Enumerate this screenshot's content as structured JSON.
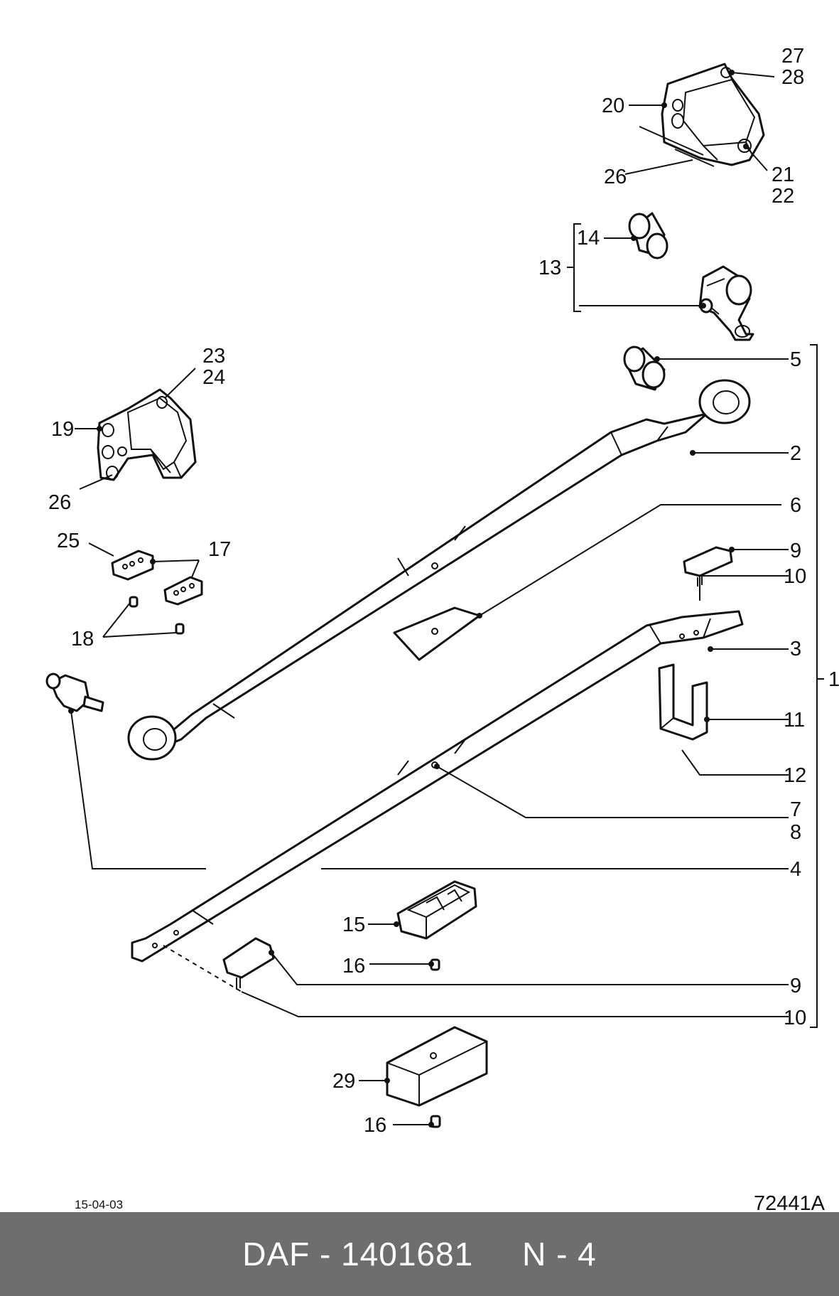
{
  "labels": {
    "l27": "27",
    "l28": "28",
    "l20": "20",
    "l21": "21",
    "l22": "22",
    "l26a": "26",
    "l14": "14",
    "l13": "13",
    "l5": "5",
    "l23": "23",
    "l24": "24",
    "l19": "19",
    "l2": "2",
    "l26b": "26",
    "l6": "6",
    "l25": "25",
    "l17": "17",
    "l9a": "9",
    "l10a": "10",
    "l18": "18",
    "l3": "3",
    "l1": "1",
    "l11": "11",
    "l12": "12",
    "l7": "7",
    "l8": "8",
    "l4": "4",
    "l15": "15",
    "l16a": "16",
    "l9b": "9",
    "l10b": "10",
    "l29": "29",
    "l16b": "16"
  },
  "date": "15-04-03",
  "drawing_number": "72441A",
  "footer": {
    "brand": "DAF",
    "part_number": "1401681",
    "code": "N - 4",
    "text": "DAF - 1401681     N - 4"
  }
}
